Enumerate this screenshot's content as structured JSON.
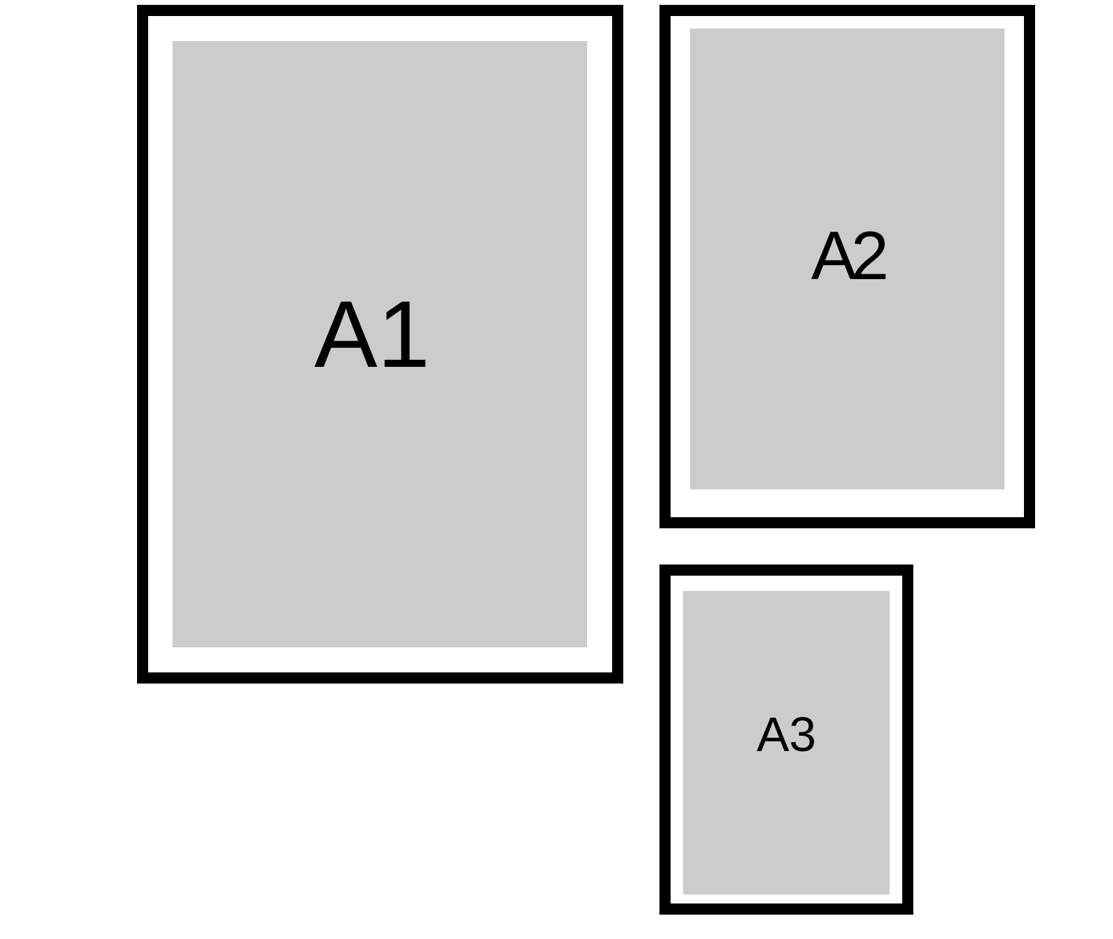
{
  "frames": [
    {
      "id": "A1",
      "label": "A1"
    },
    {
      "id": "A2",
      "label": "A2"
    },
    {
      "id": "A3",
      "label": "A3"
    }
  ],
  "colors": {
    "frame": "#000000",
    "mat": "#ffffff",
    "artwork": "#cccccc"
  }
}
